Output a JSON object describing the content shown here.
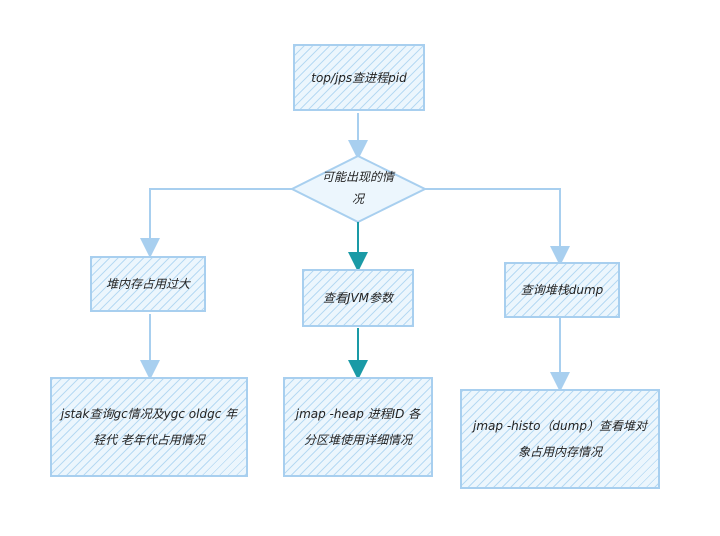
{
  "nodes": {
    "start": "top/jps查进程pid",
    "decision": "可能出现的情况",
    "branch_left": "堆内存占用过大",
    "branch_middle": "查看JVM参数",
    "branch_right": "查询堆栈dump",
    "result_left": "jstak查询gc情况及ygc oldgc 年轻代 老年代占用情况",
    "result_middle": "jmap -heap 进程ID 各分区堆使用详细情况",
    "result_right": "jmap -histo（dump）查看堆对象占用内存情况"
  },
  "colors": {
    "border": "#a8cfef",
    "fill": "#ecf6fd",
    "arrow_light": "#a8cfef",
    "arrow_dark": "#1a9aa6"
  }
}
